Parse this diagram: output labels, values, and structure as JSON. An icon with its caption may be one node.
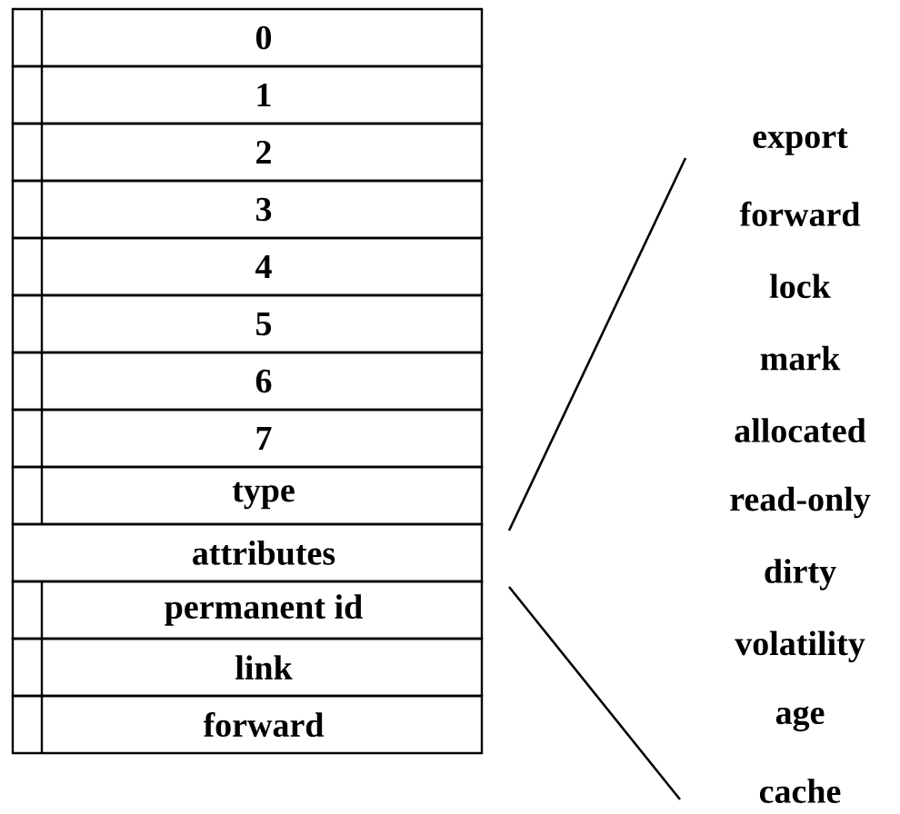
{
  "diagram": {
    "nodes": [
      {
        "text": [
          "0"
        ]
      },
      {
        "text": [
          "1"
        ]
      },
      {
        "text": [
          "2"
        ]
      },
      {
        "text": [
          "3"
        ]
      },
      {
        "text": [
          "4"
        ]
      },
      {
        "text": [
          "5"
        ]
      },
      {
        "text": [
          "6"
        ]
      },
      {
        "text": [
          "7"
        ]
      },
      {
        "text": [
          "type"
        ]
      },
      {
        "text": [
          "attributes"
        ]
      },
      {
        "text": [
          "permanent id"
        ]
      },
      {
        "text": [
          "link"
        ]
      },
      {
        "text": [
          "forward"
        ]
      }
    ],
    "labels": [
      "export",
      "forward",
      "lock",
      "mark",
      "allocated",
      "read-only",
      "dirty",
      "volatility",
      "age",
      "cache"
    ]
  }
}
